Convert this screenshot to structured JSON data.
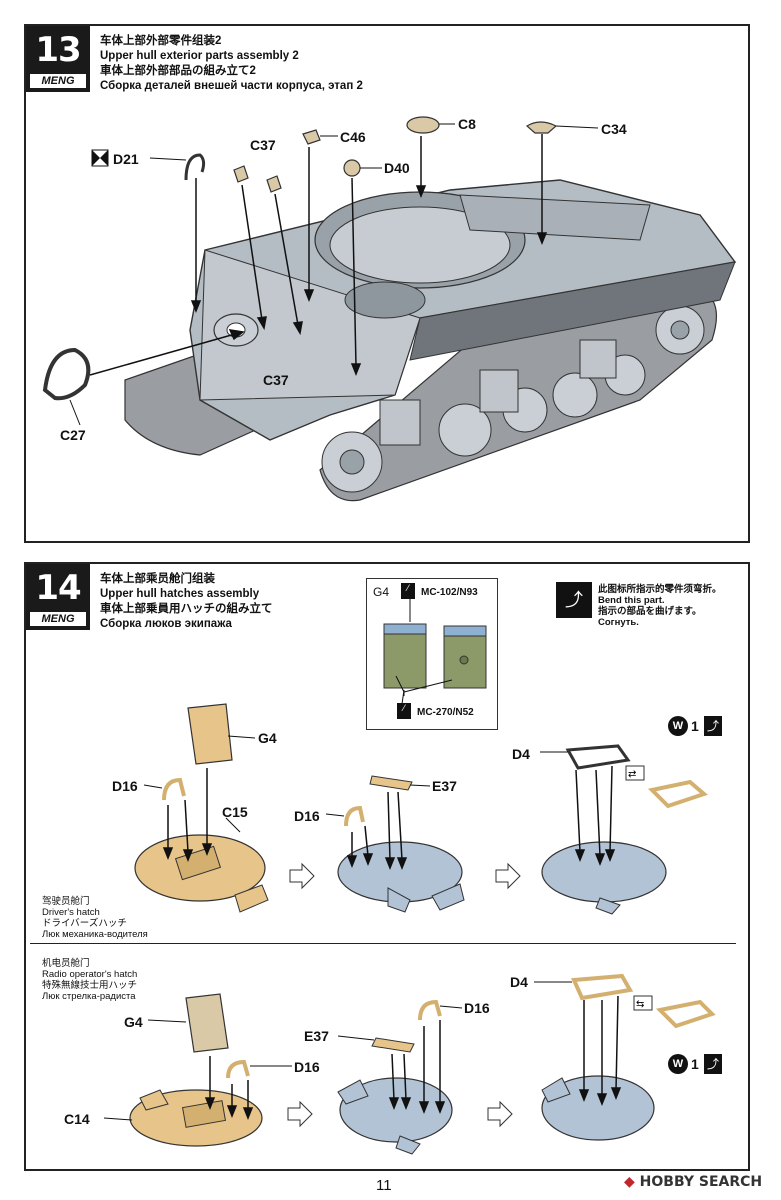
{
  "step13": {
    "number": "13",
    "logo": "MENG",
    "title_zh": "车体上部外部零件组装2",
    "title_en": "Upper hull exterior parts assembly 2",
    "title_ja": "車体上部外部部品の組み立て2",
    "title_ru": "Сборка деталей внешей части корпуса, этап 2",
    "parts": {
      "c8": "C8",
      "c34": "C34",
      "c46": "C46",
      "c37a": "C37",
      "c37b": "C37",
      "d40": "D40",
      "d21": "D21",
      "c27": "C27"
    }
  },
  "step14": {
    "number": "14",
    "logo": "MENG",
    "title_zh": "车体上部乘员舱门组装",
    "title_en": "Upper hull hatches assembly",
    "title_ja": "車体上部乗員用ハッチの組み立て",
    "title_ru": "Сборка люков экипажа",
    "color_legend": {
      "part": "G4",
      "top_code": "MC-102/N93",
      "bottom_code": "MC-270/N52"
    },
    "bend_note": {
      "zh": "此图标所指示的零件须弯折。",
      "en": "Bend this part.",
      "ja": "指示の部品を曲げます。",
      "ru": "Согнуть."
    },
    "driver_hatch": {
      "zh": "驾驶员舱门",
      "en": "Driver's hatch",
      "ja": "ドライバーズハッチ",
      "ru": "Люк механика-водителя"
    },
    "radio_hatch": {
      "zh": "机电员舱门",
      "en": "Radio operator's hatch",
      "ja": "特殊無線技士用ハッチ",
      "ru": "Люк стрелка-радиста"
    },
    "parts_top": {
      "g4": "G4",
      "d16a": "D16",
      "c15": "C15",
      "d16b": "D16",
      "e37": "E37",
      "d4": "D4",
      "w": "W",
      "w_qty": "1"
    },
    "parts_bottom": {
      "g4": "G4",
      "d16a": "D16",
      "c14": "C14",
      "d16b": "D16",
      "e37": "E37",
      "d4": "D4",
      "w": "W",
      "w_qty": "1"
    }
  },
  "footer": {
    "page_number": "11",
    "watermark_a": "HO",
    "watermark_b": "BBY SEARCH"
  },
  "colors": {
    "hull_gray": "#b4bcc4",
    "track_gray": "#8a8e92",
    "tan": "#e6c48a",
    "blue_gray": "#b3c3d6",
    "olive": "#8c9a6a",
    "legend_blue": "#8fb0d0"
  }
}
